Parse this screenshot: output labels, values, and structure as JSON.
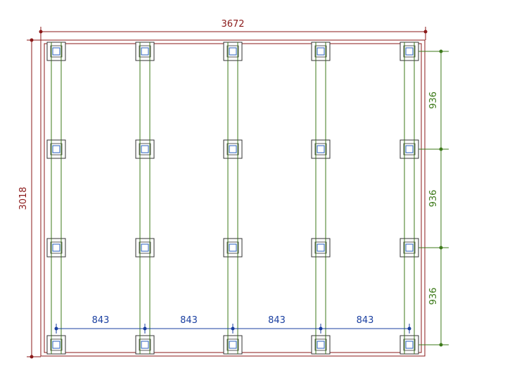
{
  "dimensions": {
    "overall_width": "3672",
    "overall_height": "3018",
    "row_spacing": [
      "936",
      "936",
      "936"
    ],
    "column_spacing": [
      "843",
      "843",
      "843",
      "843"
    ]
  },
  "grid": {
    "columns": 5,
    "rows": 4
  },
  "colors": {
    "outline": "#8b1a1a",
    "joist": "#3d7a1a",
    "post_outer": "#333333",
    "post_inner": "#2a5fbf",
    "dimension_blue": "#1a3fa0",
    "dimension_green": "#3d7a1a",
    "dimension_red": "#8b1a1a"
  }
}
